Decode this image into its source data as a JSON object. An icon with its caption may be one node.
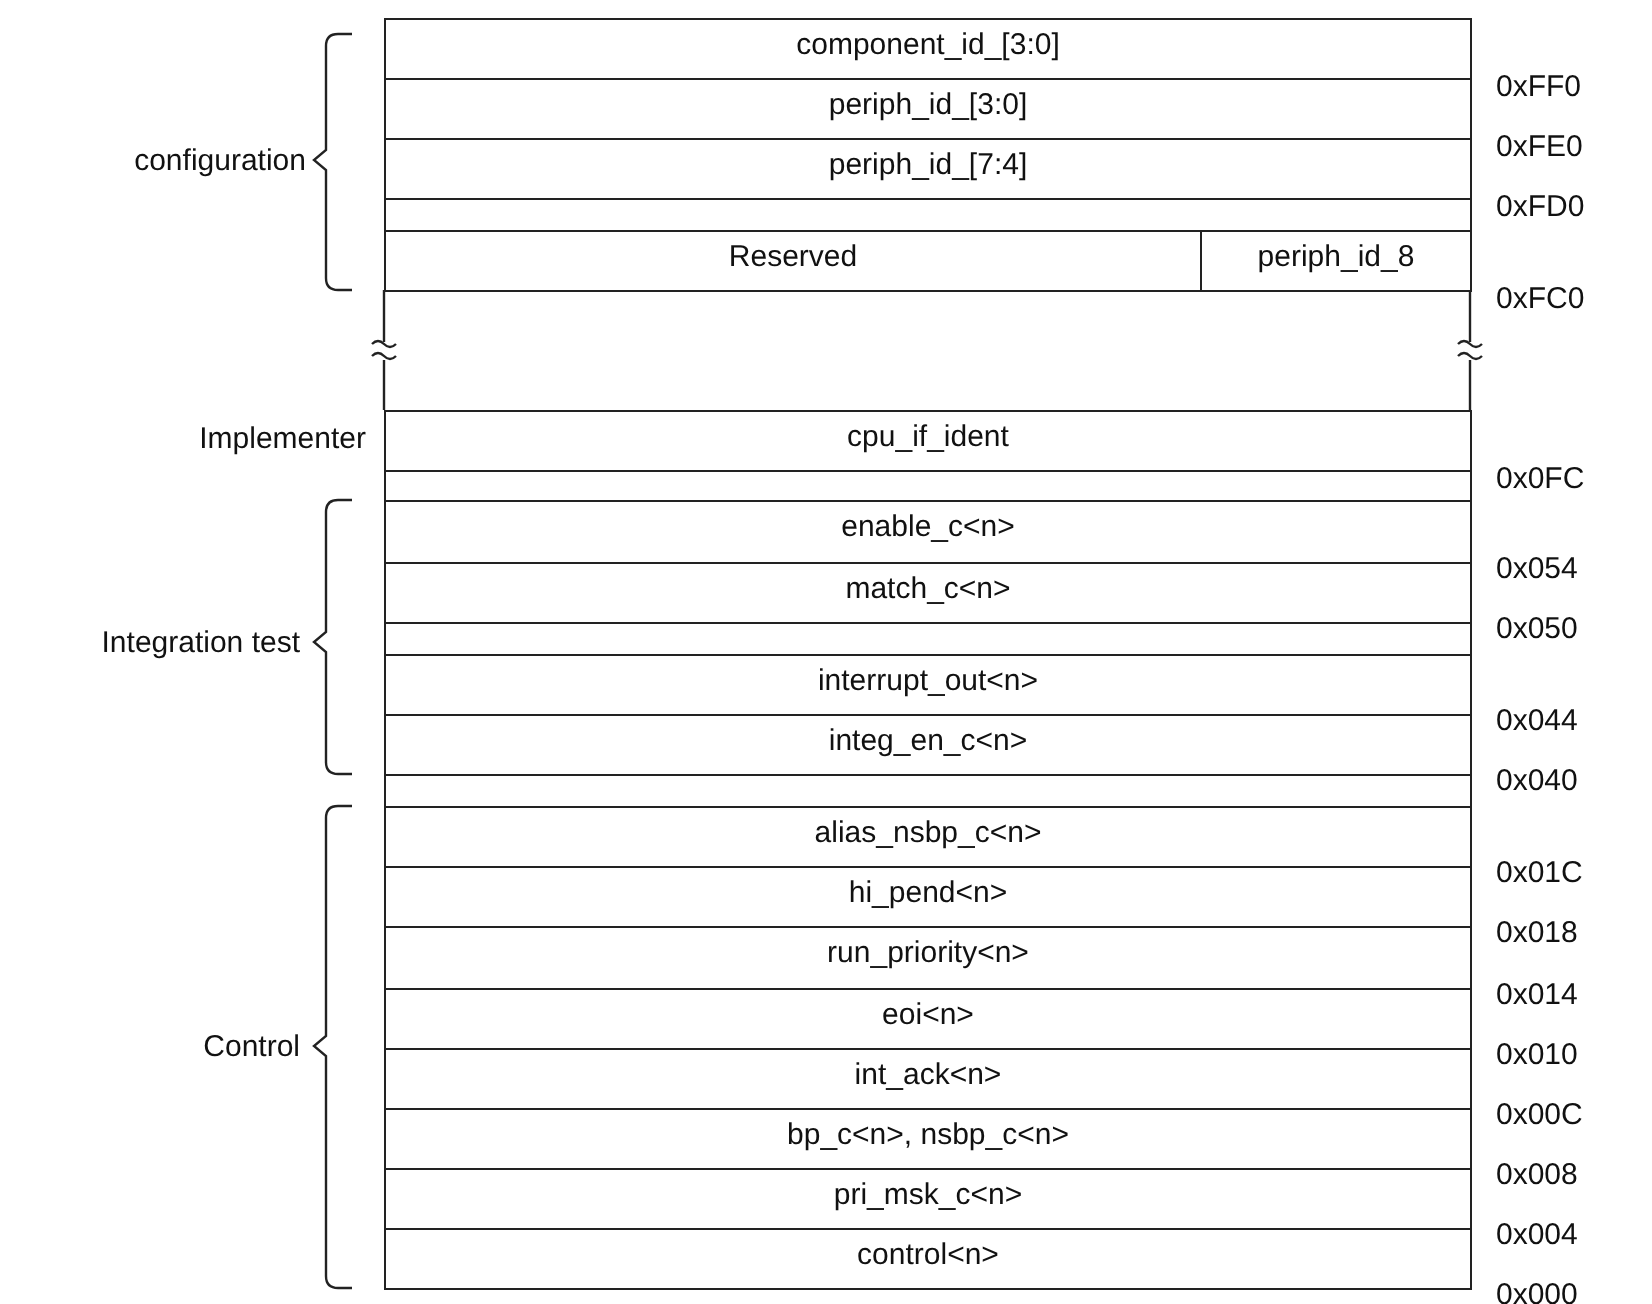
{
  "diagram": {
    "nodes": [
      {
        "text": [
          "component_id_[3:0]"
        ]
      },
      {
        "text": [
          "periph_id_[3:0]"
        ]
      },
      {
        "text": [
          "periph_id_[7:4]"
        ]
      },
      {
        "text": [],
        "shape": "box"
      },
      {
        "text": [
          "Reserved"
        ]
      },
      {
        "text": [
          "periph_id_8"
        ]
      },
      {
        "text": [
          "cpu_if_ident"
        ]
      },
      {
        "text": [],
        "shape": "box"
      },
      {
        "text": [
          "enable_c<n>"
        ]
      },
      {
        "text": [
          "match_c<n>"
        ]
      },
      {
        "text": [],
        "shape": "box"
      },
      {
        "text": [
          "interrupt_out<n>"
        ]
      },
      {
        "text": [
          "integ_en_c<n>"
        ]
      },
      {
        "text": [],
        "shape": "box"
      },
      {
        "text": [
          "alias_nsbp_c<n>"
        ]
      },
      {
        "text": [
          "hi_pend<n>"
        ]
      },
      {
        "text": [
          "run_priority<n>"
        ]
      },
      {
        "text": [
          "eoi<n>"
        ]
      },
      {
        "text": [
          "int_ack<n>"
        ]
      },
      {
        "text": [
          "bp_c<n>, nsbp_c<n>"
        ]
      },
      {
        "text": [
          "pri_msk_c<n>"
        ]
      },
      {
        "text": [
          "control<n>"
        ]
      }
    ],
    "labels": [
      "configuration",
      "Implementer",
      "Integration test",
      "Control",
      "0xFF0",
      "0xFE0",
      "0xFD0",
      "0xFC0",
      "0x0FC",
      "0x054",
      "0x050",
      "0x044",
      "0x040",
      "0x01C",
      "0x018",
      "0x014",
      "0x010",
      "0x00C",
      "0x008",
      "0x004",
      "0x000"
    ]
  }
}
